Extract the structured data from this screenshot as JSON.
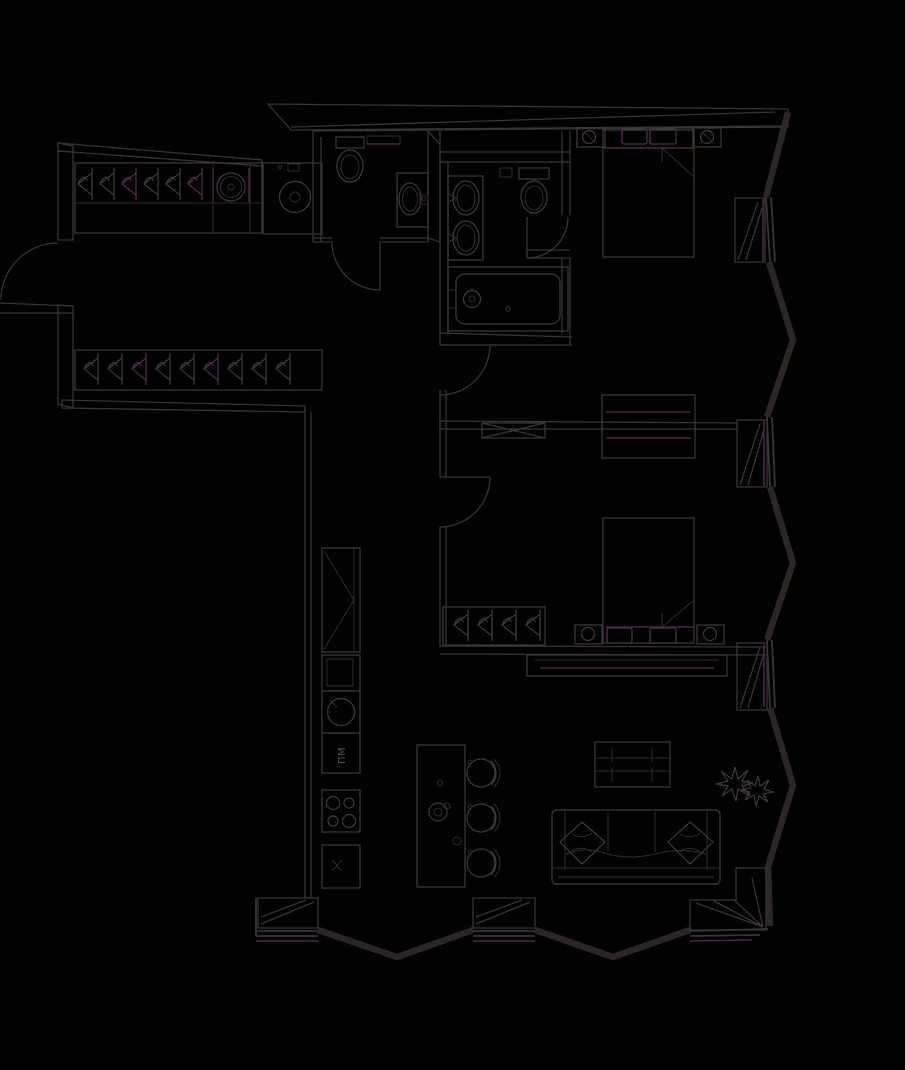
{
  "document": {
    "type": "apartment floor plan",
    "style": "dark line drawing on black background",
    "visible_text": [
      "ПМ"
    ]
  },
  "colors": {
    "background": "#000000",
    "wall_line": "#3a3338",
    "wall_thick": "#2c2529",
    "furniture_line": "#413a40",
    "furniture_dim": "#332c31",
    "accent_magenta": "#4f2449",
    "accent_magenta_bright": "#5c2a55",
    "label_text": "#57505a"
  },
  "labels": {
    "dishwasher": "ПМ"
  },
  "inventory": {
    "entry_hall": {
      "wardrobe_hangers": 6,
      "dryer_drum": 1,
      "washing_machine": 1,
      "lower_wardrobe_hangers": 9
    },
    "guest_wc": {
      "toilet": 1,
      "sink": 1,
      "shelf": 1
    },
    "master_bathroom": {
      "sinks": 2,
      "toilet": 1,
      "bathtub": 1
    },
    "master_bedroom": {
      "double_bed": 1,
      "pillows": 2,
      "nightstands": 2,
      "lamps": 2
    },
    "bedroom_2": {
      "double_bed": 1,
      "pillows": 2,
      "nightstands": 2,
      "wardrobe_hangers": 4,
      "desk": 1,
      "dresser": 1
    },
    "kitchen": {
      "tall_cabinet": 1,
      "sink": 1,
      "dishwasher": 1,
      "stove_burners": 4,
      "island": 1,
      "bar_stools": 3
    },
    "living_room": {
      "sofa": 1,
      "sofa_pillows": 2,
      "coffee_table": 1,
      "plant": 1
    },
    "radiators": 6,
    "doors_with_swing": 5
  }
}
